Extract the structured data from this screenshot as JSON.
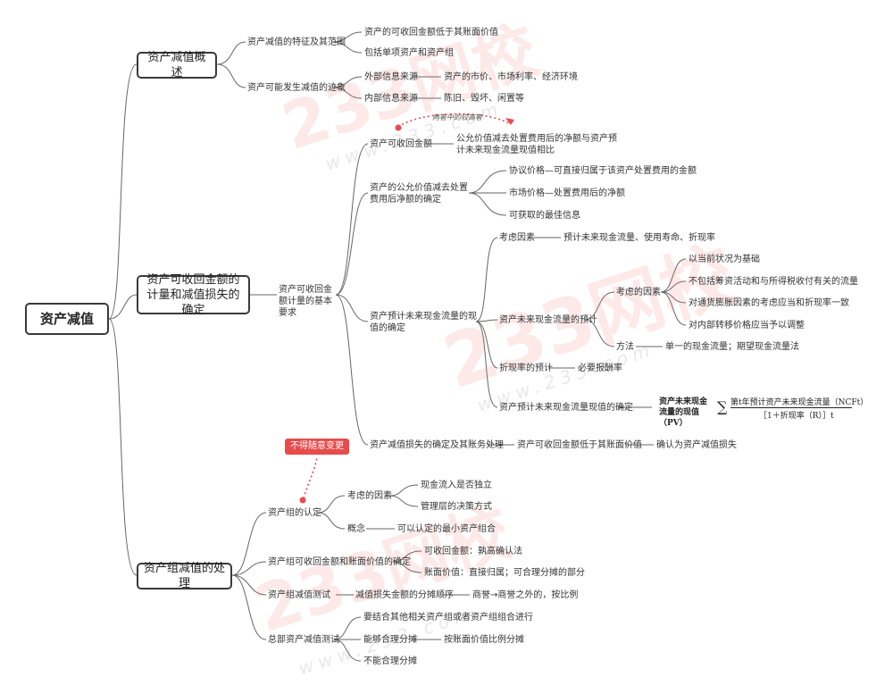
{
  "root": "资产减值",
  "branches": {
    "overview": "资产减值概述",
    "recoverable": "资产可收回金额的计量和减值损失的确定",
    "group": "资产组减值的处理"
  },
  "overview": {
    "features": "资产减值的特征及其范围",
    "feature_items": [
      "资产的可收回金额低于其账面价值",
      "包括单项资产和资产组"
    ],
    "signs": "资产可能发生减值的迹象",
    "external": "外部信息来源",
    "external_detail": "资产的市价、市场利率、经济环境",
    "internal": "内部信息来源",
    "internal_detail": "陈旧、毁坏、闲置等"
  },
  "recoverable": {
    "basic": "资产可收回金额计量的基本要求",
    "amount": "资产可收回金额",
    "amount_detail": "公允价值减去处置费用后的净额与资产预计未来现金流量现值相比",
    "higher_note": "两者中的较高者",
    "fair_value": "资产的公允价值减去处置费用后净额的确定",
    "fair_value_items": [
      "协议价格—可直接归属于该资产处置费用的金额",
      "市场价格—处置费用后的净额",
      "可获取的最佳信息"
    ],
    "pv": "资产预计未来现金流量的现值的确定",
    "factors": "考虑因素",
    "factors_detail": "预计未来现金流量、使用寿命、折现率",
    "cashflow": "资产未来现金流量的预计",
    "cashflow_factors": "考虑的因素",
    "cashflow_factor_items": [
      "以当前状况为基础",
      "不包括筹资活动和与所得税收付有关的流量",
      "对通货膨胀因素的考虑应当和折现率一致",
      "对内部转移价格应当予以调整"
    ],
    "method": "方法",
    "method_detail": "单一的现金流量；期望现金流量法",
    "discount": "折现率的预计",
    "discount_detail": "必要报酬率",
    "pv_calc": "资产预计未来现金流量现值的确定",
    "formula_left": "资产未来现金流量的现值（PV）",
    "formula_sum": "∑",
    "formula_num": "第t年预计资产未来现金流量（NCFt）",
    "formula_den": "［1＋折现率（R）］t",
    "impairment": "资产减值损失的确定及其账务处理",
    "impairment_cond": "资产可收回金额低于其账面价值",
    "impairment_result": "确认为资产减值损失"
  },
  "group": {
    "tag": "不得随意变更",
    "identify": "资产组的认定",
    "considerations": "考虑的因素",
    "consideration_items": [
      "现金流入是否独立",
      "管理层的决策方式"
    ],
    "concept": "概念",
    "concept_detail": "可以认定的最小资产组合",
    "carrying": "资产组可收回金额和账面价值的确定",
    "carrying_items": [
      "可收回金额：孰高确认法",
      "账面价值：直接归属；可合理分摊的部分"
    ],
    "test": "资产组减值测试",
    "test_order": "减值损失金额的分摊顺序",
    "test_detail": "商誉→商誉之外的，按比例",
    "hq": "总部资产减值测试",
    "hq_items": [
      "要结合其他相关资产组或者资产组组合进行",
      "能够合理分摊",
      "不能合理分摊"
    ],
    "hq_allocate": "按账面价值比例分摊"
  },
  "watermarks": [
    "233网校",
    "www.233.com"
  ],
  "colors": {
    "line": "#3a3a3a",
    "accent": "#e74c4c",
    "watermark": "#eb786e"
  }
}
